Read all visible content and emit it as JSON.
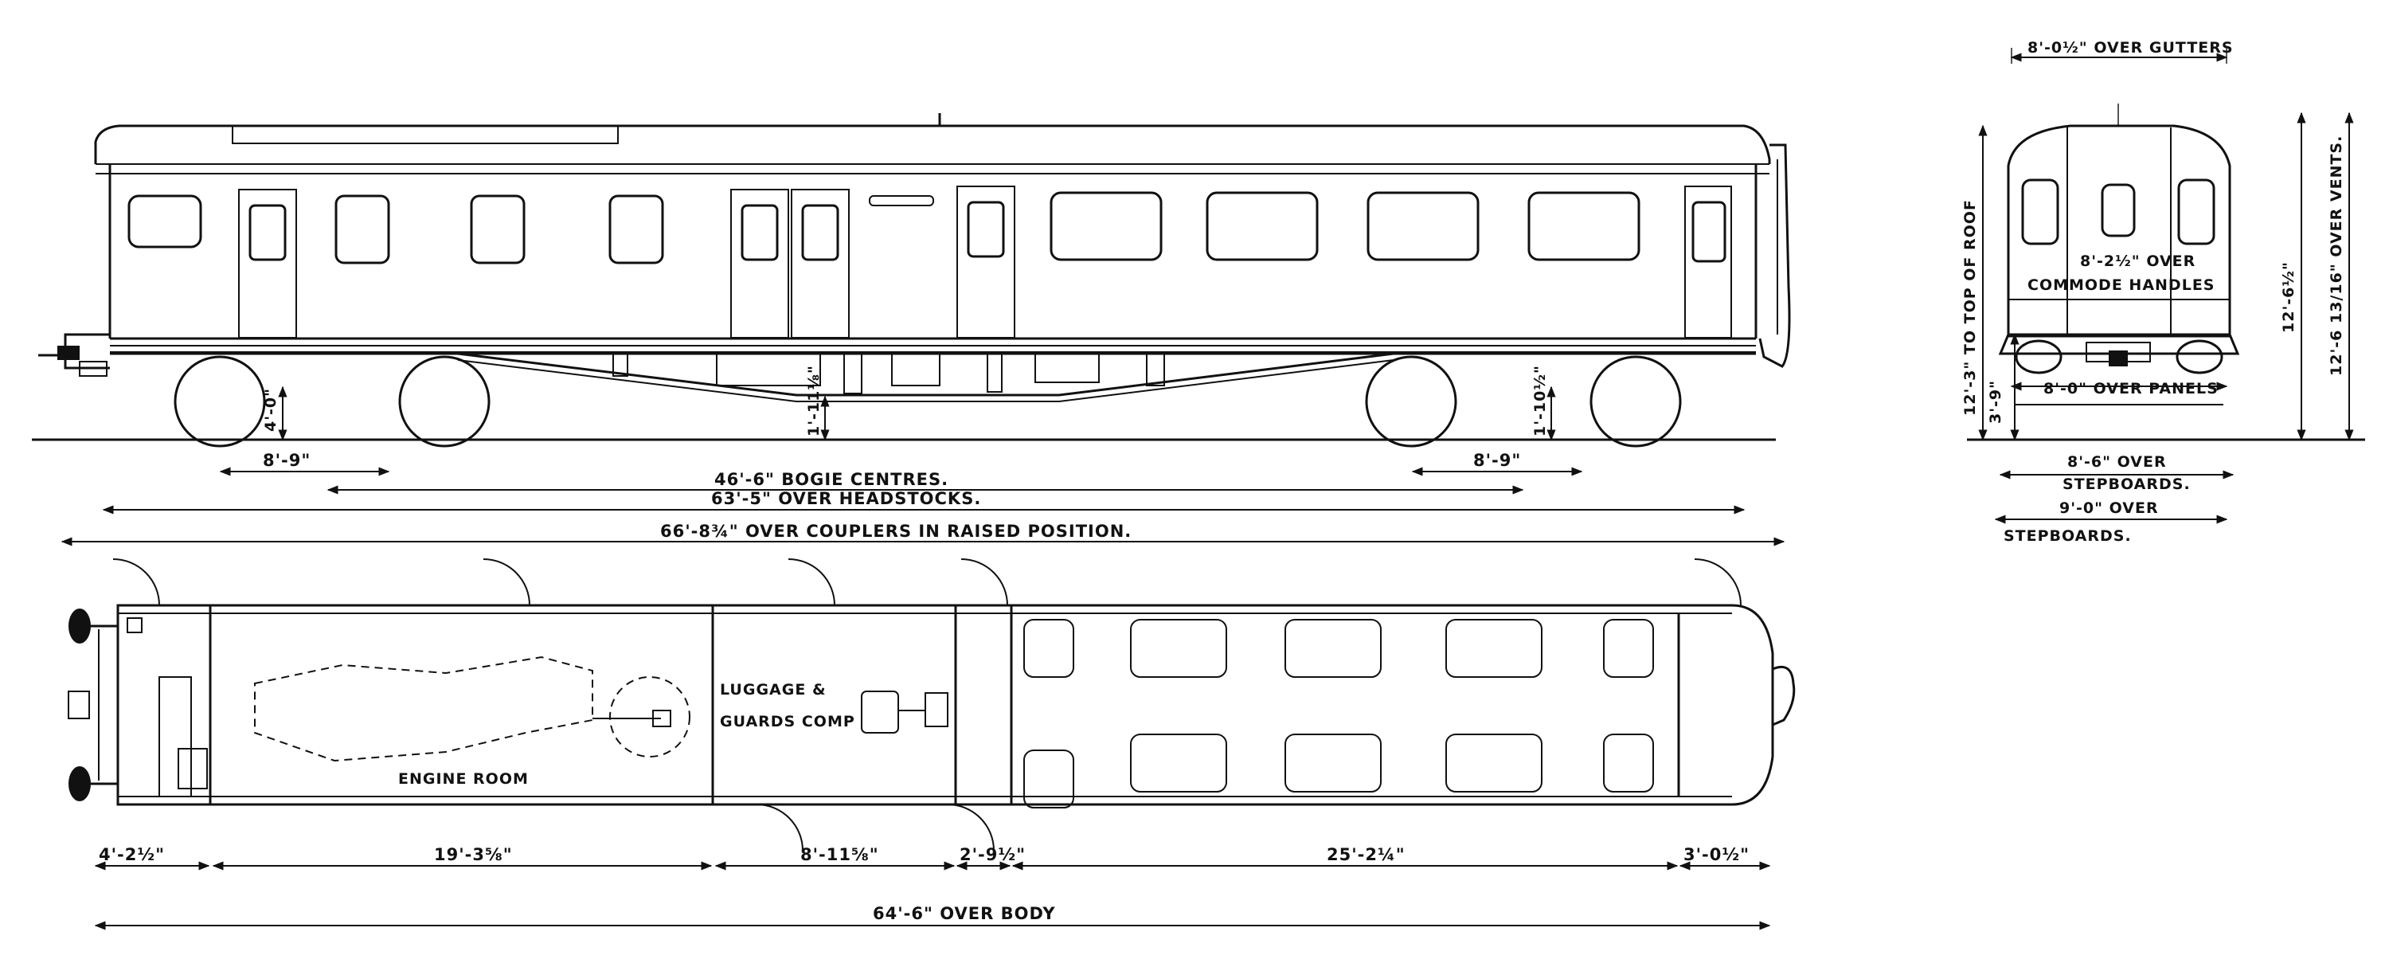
{
  "side_elevation": {
    "dims": {
      "bogie_wheelbase_left": "8'-9\"",
      "bogie_wheelbase_right": "8'-9\"",
      "wheel_dia_left": "4'-0\"",
      "mid_drop": "1'-11⅛\"",
      "wheel_dia_right": "1'-10½\"",
      "bogie_centres": "46'-6\" BOGIE CENTRES.",
      "over_headstocks": "63'-5\" OVER HEADSTOCKS.",
      "over_couplers": "66'-8¾\" OVER COUPLERS IN RAISED POSITION."
    }
  },
  "end_elevation": {
    "dims": {
      "over_gutters": "8'-0½\" OVER GUTTERS",
      "over_commode": "8'-2½\" OVER",
      "commode_handles": "COMMODE HANDLES",
      "over_panels": "8'-0\" OVER PANELS",
      "over_stepboards_1a": "8'-6\" OVER",
      "over_stepboards_1b": "STEPBOARDS.",
      "over_stepboards_2a": "9'-0\" OVER",
      "over_stepboards_2b": "STEPBOARDS.",
      "top_of_roof": "12'-3\" TO TOP OF ROOF",
      "floor_height": "3'-9\"",
      "body_height": "12'-6½\"",
      "over_vents": "12'-6 13/16\" OVER VENTS."
    }
  },
  "plan_view": {
    "rooms": {
      "engine_room": "ENGINE ROOM",
      "luggage_1": "LUGGAGE &",
      "luggage_2": "GUARDS COMP"
    },
    "dims": {
      "d1": "4'-2½\"",
      "d2": "19'-3⅝\"",
      "d3": "8'-11⅝\"",
      "d4": "2'-9½\"",
      "d5": "25'-2¼\"",
      "d6": "3'-0½\"",
      "over_body": "64'-6\" OVER BODY"
    }
  }
}
